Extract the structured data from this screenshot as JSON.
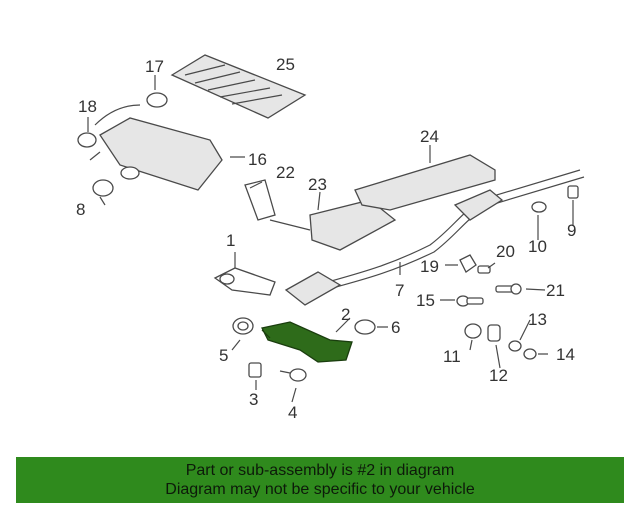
{
  "callouts": {
    "n1": "1",
    "n2": "2",
    "n3": "3",
    "n4": "4",
    "n5": "5",
    "n6": "6",
    "n7": "7",
    "n8": "8",
    "n9": "9",
    "n10": "10",
    "n11": "11",
    "n12": "12",
    "n13": "13",
    "n14": "14",
    "n15": "15",
    "n16": "16",
    "n17": "17",
    "n18": "18",
    "n19": "19",
    "n20": "20",
    "n21": "21",
    "n22": "22",
    "n23": "23",
    "n24": "24",
    "n25": "25"
  },
  "banner": {
    "line1": "Part or sub-assembly is #2 in diagram",
    "line2": "Diagram may not be specific to your vehicle"
  },
  "colors": {
    "highlight": "#2e6b1a",
    "banner": "#2f8a1d"
  }
}
